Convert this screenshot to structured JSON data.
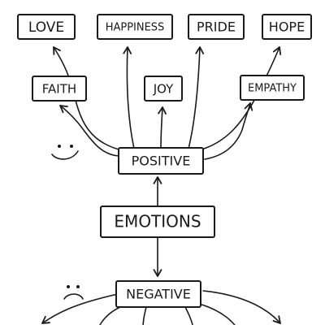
{
  "diagram": {
    "center": {
      "label": "EMOTIONS"
    },
    "positive": {
      "label": "POSITIVE",
      "children": [
        "LOVE",
        "HAPPINESS",
        "PRIDE",
        "HOPE",
        "FAITH",
        "JOY",
        "EMPATHY"
      ]
    },
    "negative": {
      "label": "NEGATIVE"
    },
    "icons": {
      "positive": "smiley-face-icon",
      "negative": "sad-face-icon"
    },
    "colors": {
      "ink": "#1a1a1a",
      "background": "#ffffff"
    }
  }
}
